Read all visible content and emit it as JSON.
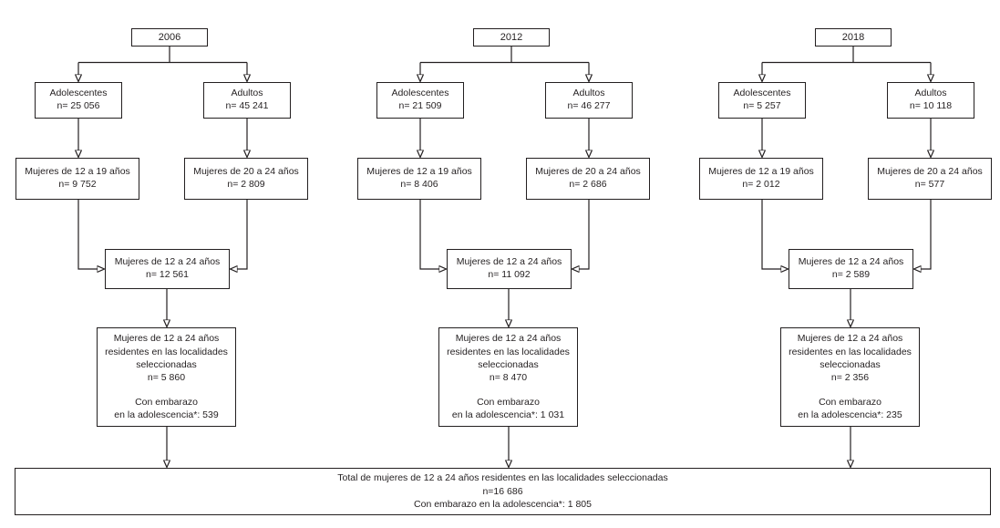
{
  "diagram": {
    "total": {
      "line1": "Total de mujeres de 12 a 24 años residentes en las localidades seleccionadas",
      "line2": "n=16 686",
      "line3": "Con embarazo en la adolescencia*: 1 805"
    },
    "columns": [
      {
        "year": "2006",
        "adolescentes": {
          "label": "Adolescentes",
          "n": "n= 25 056"
        },
        "adultos": {
          "label": "Adultos",
          "n": "n= 45 241"
        },
        "mujeres_12_19": {
          "label": "Mujeres de 12 a 19 años",
          "n": "n= 9 752"
        },
        "mujeres_20_24": {
          "label": "Mujeres de 20 a 24 años",
          "n": "n= 2 809"
        },
        "mujeres_12_24": {
          "label": "Mujeres de 12 a 24 años",
          "n": "n= 12 561"
        },
        "residentes": {
          "line1": "Mujeres de 12 a 24 años",
          "line2": "residentes en las localidades",
          "line3": "seleccionadas",
          "n": "n= 5 860",
          "embarazo1": "Con embarazo",
          "embarazo2": "en la adolescencia*: 539"
        }
      },
      {
        "year": "2012",
        "adolescentes": {
          "label": "Adolescentes",
          "n": "n= 21 509"
        },
        "adultos": {
          "label": "Adultos",
          "n": "n= 46 277"
        },
        "mujeres_12_19": {
          "label": "Mujeres de 12 a 19 años",
          "n": "n= 8 406"
        },
        "mujeres_20_24": {
          "label": "Mujeres de 20 a 24 años",
          "n": "n= 2 686"
        },
        "mujeres_12_24": {
          "label": "Mujeres de 12 a 24 años",
          "n": "n= 11 092"
        },
        "residentes": {
          "line1": "Mujeres de 12 a 24 años",
          "line2": "residentes en las localidades",
          "line3": "seleccionadas",
          "n": "n= 8 470",
          "embarazo1": "Con embarazo",
          "embarazo2": "en la adolescencia*: 1 031"
        }
      },
      {
        "year": "2018",
        "adolescentes": {
          "label": "Adolescentes",
          "n": "n= 5 257"
        },
        "adultos": {
          "label": "Adultos",
          "n": "n= 10 118"
        },
        "mujeres_12_19": {
          "label": "Mujeres de 12 a 19 años",
          "n": "n= 2 012"
        },
        "mujeres_20_24": {
          "label": "Mujeres de 20 a 24 años",
          "n": "n= 577"
        },
        "mujeres_12_24": {
          "label": "Mujeres de 12 a 24 años",
          "n": "n= 2 589"
        },
        "residentes": {
          "line1": "Mujeres de 12 a 24 años",
          "line2": "residentes en las localidades",
          "line3": "seleccionadas",
          "n": "n= 2 356",
          "embarazo1": "Con embarazo",
          "embarazo2": "en la adolescencia*: 235"
        }
      }
    ]
  }
}
